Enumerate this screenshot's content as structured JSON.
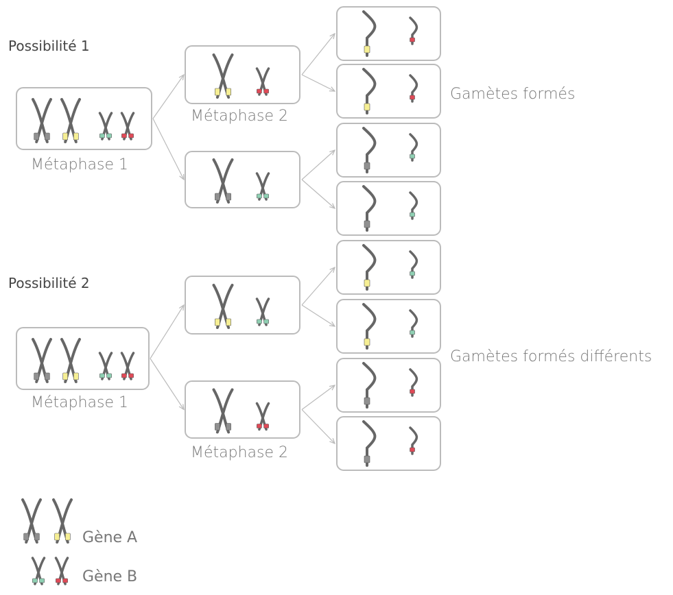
{
  "colors": {
    "chromosome": "#666666",
    "box_border": "#bbbbbb",
    "arrow": "#bbbbbb",
    "text": "#777777",
    "heading": "#444444",
    "allele_gray": "#909090",
    "allele_yellow": "#f6ef94",
    "allele_green": "#8fd0b3",
    "allele_red": "#e04a57"
  },
  "labels": {
    "possibility1": "Possibilité 1",
    "possibility2": "Possibilité 2",
    "metaphase1": "Métaphase 1",
    "metaphase2": "Métaphase 2",
    "gametes1": "Gamètes formés",
    "gametes2": "Gamètes formés différents",
    "legend_gene_a": "Gène A",
    "legend_gene_b": "Gène B"
  },
  "diagram": {
    "possibilities": [
      {
        "name": "Possibilité 1",
        "metaphase1_alleles": {
          "gene_a": [
            "allele_gray",
            "allele_yellow"
          ],
          "gene_b": [
            "allele_green",
            "allele_red"
          ]
        },
        "metaphase2_cells": [
          {
            "gene_a": "allele_yellow",
            "gene_b": "allele_red",
            "gametes": [
              [
                "allele_yellow",
                "allele_red"
              ],
              [
                "allele_yellow",
                "allele_red"
              ]
            ]
          },
          {
            "gene_a": "allele_gray",
            "gene_b": "allele_green",
            "gametes": [
              [
                "allele_gray",
                "allele_green"
              ],
              [
                "allele_gray",
                "allele_green"
              ]
            ]
          }
        ]
      },
      {
        "name": "Possibilité 2",
        "metaphase1_alleles": {
          "gene_a": [
            "allele_gray",
            "allele_yellow"
          ],
          "gene_b": [
            "allele_green",
            "allele_red"
          ]
        },
        "metaphase2_cells": [
          {
            "gene_a": "allele_yellow",
            "gene_b": "allele_green",
            "gametes": [
              [
                "allele_yellow",
                "allele_green"
              ],
              [
                "allele_yellow",
                "allele_green"
              ]
            ]
          },
          {
            "gene_a": "allele_gray",
            "gene_b": "allele_red",
            "gametes": [
              [
                "allele_gray",
                "allele_red"
              ],
              [
                "allele_gray",
                "allele_red"
              ]
            ]
          }
        ]
      }
    ]
  }
}
